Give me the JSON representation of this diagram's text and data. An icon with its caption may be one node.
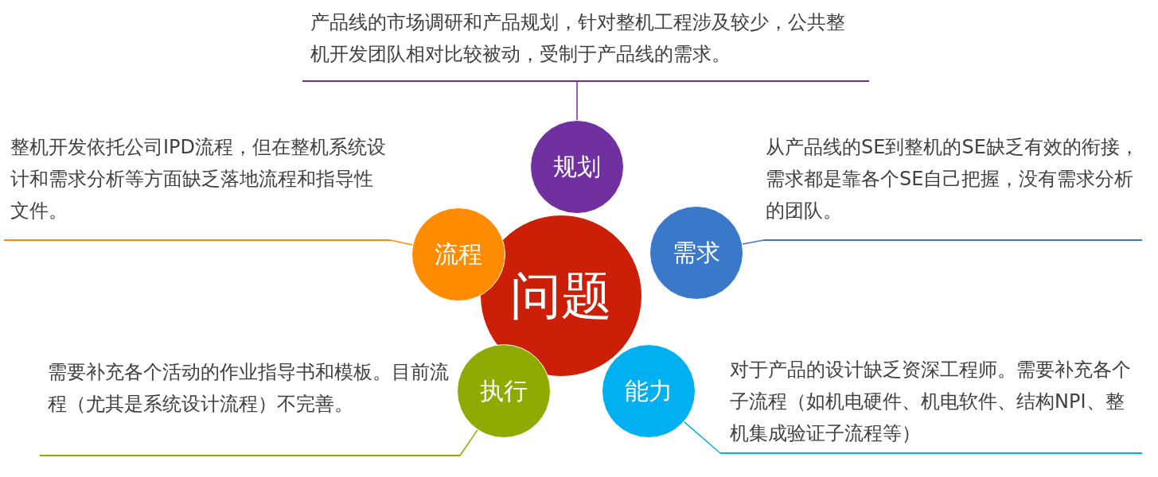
{
  "diagram": {
    "nodes": [
      {
        "text": [
          "问题"
        ]
      },
      {
        "text": [
          "规划"
        ]
      },
      {
        "text": [
          "需求"
        ]
      },
      {
        "text": [
          "能力"
        ]
      },
      {
        "text": [
          "执行"
        ]
      },
      {
        "text": [
          "流程"
        ]
      },
      {
        "text": [
          "产品线的市场调研和产品规划，针对整机工程涉及较少，公共整机开发团队相对比较被动，受制于产品线的需求。"
        ]
      },
      {
        "text": [
          "从产品线的SE到整机的SE缺乏有效的衔接，需求都是靠各个SE自己把握，没有需求分析的团队。"
        ]
      },
      {
        "text": [
          "对于产品的设计缺乏资深工程师。需要补充各个子流程（如机电硬件、机电软件、结构NPI、整机集成验证子流程等）"
        ]
      },
      {
        "text": [
          "需要补充各个活动的作业指导书和模板。目前流程（尤其是系统设计流程）不完善。"
        ]
      },
      {
        "text": [
          "整机开发依托公司IPD流程，但在整机系统设计和需求分析等方面缺乏落地流程和指导性文件。"
        ]
      }
    ],
    "edges": [
      {
        "from": 6,
        "to": 1,
        "arrow": "none",
        "color": "#7030a0"
      },
      {
        "from": 7,
        "to": 2,
        "arrow": "none",
        "color": "#3a78c9"
      },
      {
        "from": 8,
        "to": 3,
        "arrow": "none",
        "color": "#00b0f0"
      },
      {
        "from": 9,
        "to": 4,
        "arrow": "none",
        "color": "#8faa00"
      },
      {
        "from": 10,
        "to": 5,
        "arrow": "none",
        "color": "#ff8c00"
      }
    ]
  }
}
